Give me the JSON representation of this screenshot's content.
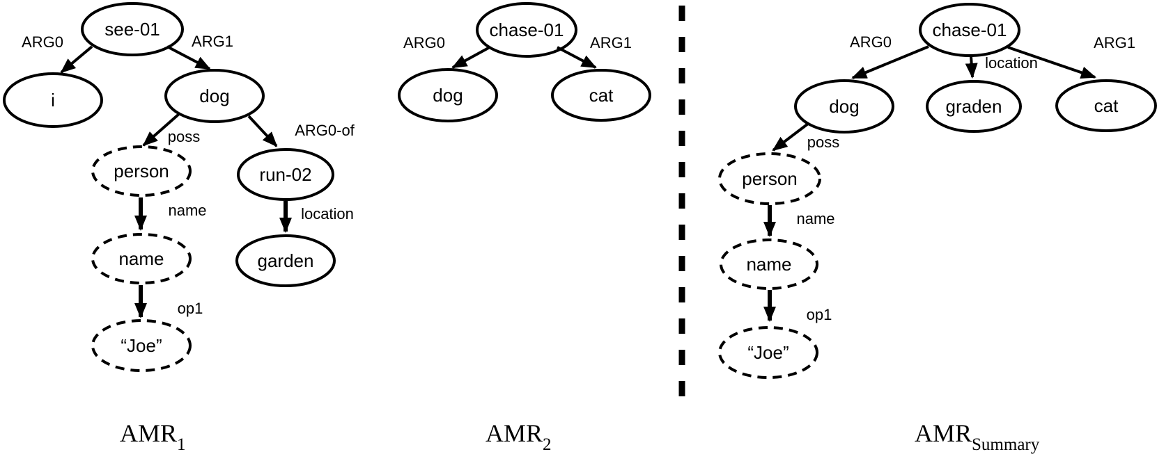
{
  "figure": {
    "type": "amr-semantic-graph-comparison",
    "ink_color": "#000000",
    "background_color": "#ffffff"
  },
  "graphs": {
    "amr1": {
      "caption": {
        "base": "AMR",
        "subscript": "1"
      },
      "nodes": {
        "see01": {
          "label": "see-01",
          "style": "solid"
        },
        "i": {
          "label": "i",
          "style": "solid"
        },
        "dog": {
          "label": "dog",
          "style": "solid"
        },
        "person": {
          "label": "person",
          "style": "dashed"
        },
        "run02": {
          "label": "run-02",
          "style": "solid"
        },
        "name": {
          "label": "name",
          "style": "dashed"
        },
        "garden": {
          "label": "garden",
          "style": "solid"
        },
        "joe": {
          "label": "“Joe”",
          "style": "dashed"
        }
      },
      "edges": {
        "arg0": {
          "label": "ARG0",
          "from": "see-01",
          "to": "i"
        },
        "arg1": {
          "label": "ARG1",
          "from": "see-01",
          "to": "dog"
        },
        "poss": {
          "label": "poss",
          "from": "dog",
          "to": "person"
        },
        "arg0_of": {
          "label": "ARG0-of",
          "from": "dog",
          "to": "run-02"
        },
        "name": {
          "label": "name",
          "from": "person",
          "to": "name"
        },
        "location": {
          "label": "location",
          "from": "run-02",
          "to": "garden"
        },
        "op1": {
          "label": "op1",
          "from": "name",
          "to": "“Joe”"
        }
      }
    },
    "amr2": {
      "caption": {
        "base": "AMR",
        "subscript": "2"
      },
      "nodes": {
        "chase01": {
          "label": "chase-01",
          "style": "solid"
        },
        "dog": {
          "label": "dog",
          "style": "solid"
        },
        "cat": {
          "label": "cat",
          "style": "solid"
        }
      },
      "edges": {
        "arg0": {
          "label": "ARG0",
          "from": "chase-01",
          "to": "dog"
        },
        "arg1": {
          "label": "ARG1",
          "from": "chase-01",
          "to": "cat"
        }
      }
    },
    "amr_summary": {
      "caption": {
        "base": "AMR",
        "subscript": "Summary"
      },
      "nodes": {
        "chase01": {
          "label": "chase-01",
          "style": "solid"
        },
        "dog": {
          "label": "dog",
          "style": "solid"
        },
        "graden": {
          "label": "graden",
          "style": "solid"
        },
        "cat": {
          "label": "cat",
          "style": "solid"
        },
        "person": {
          "label": "person",
          "style": "dashed"
        },
        "name": {
          "label": "name",
          "style": "dashed"
        },
        "joe": {
          "label": "“Joe”",
          "style": "dashed"
        }
      },
      "edges": {
        "arg0": {
          "label": "ARG0",
          "from": "chase-01",
          "to": "dog"
        },
        "location": {
          "label": "location",
          "from": "chase-01",
          "to": "graden"
        },
        "arg1": {
          "label": "ARG1",
          "from": "chase-01",
          "to": "cat"
        },
        "poss": {
          "label": "poss",
          "from": "dog",
          "to": "person"
        },
        "name": {
          "label": "name",
          "from": "person",
          "to": "name"
        },
        "op1": {
          "label": "op1",
          "from": "name",
          "to": "“Joe”"
        }
      }
    }
  }
}
